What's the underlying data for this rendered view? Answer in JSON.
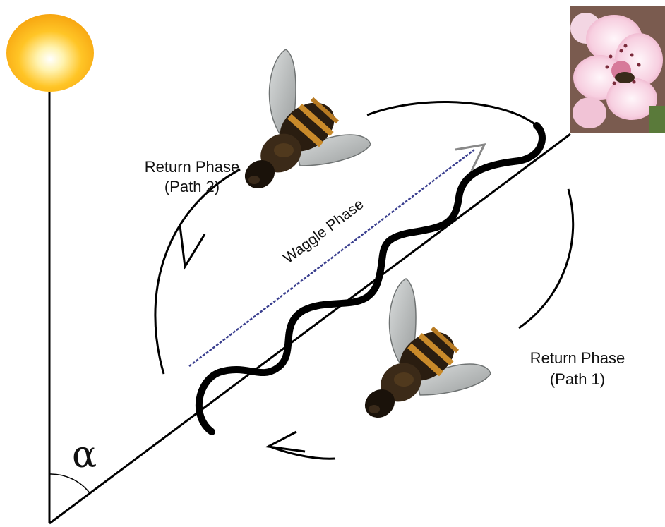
{
  "labels": {
    "return_path2_line1": "Return Phase",
    "return_path2_line2": "(Path 2)",
    "waggle": "Waggle Phase",
    "return_path1_line1": "Return Phase",
    "return_path1_line2": "(Path 1)",
    "angle": "α"
  },
  "colors": {
    "waggle_arrow": "#3a3f8f",
    "stroke": "#000000"
  },
  "images": {
    "sun": "sun",
    "flower": "peach blossom with bee",
    "bee_top": "honeybee",
    "bee_bottom": "honeybee"
  }
}
